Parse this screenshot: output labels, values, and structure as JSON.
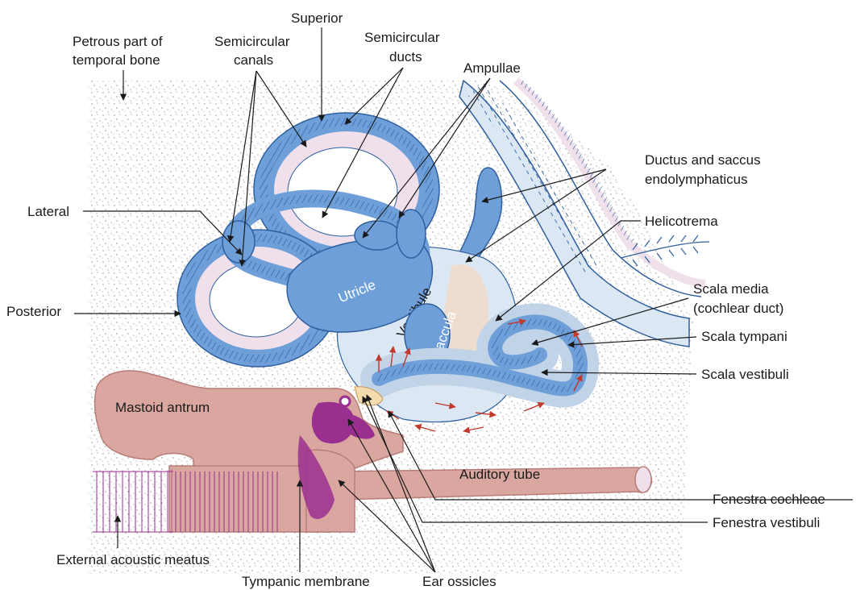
{
  "labels": {
    "petrous": [
      "Petrous part of",
      "temporal bone"
    ],
    "superior": "Superior",
    "semicircular_canals": [
      "Semicircular",
      "canals"
    ],
    "semicircular_ducts": [
      "Semicircular",
      "ducts"
    ],
    "ampullae": "Ampullae",
    "ductus_saccus": [
      "Ductus and saccus",
      "endolymphaticus"
    ],
    "lateral": "Lateral",
    "helicotrema": "Helicotrema",
    "posterior": "Posterior",
    "utricle": "Utricle",
    "vestibule": "Vestibule",
    "saccula": "Saccula",
    "scala_media": [
      "Scala media",
      "(cochlear duct)"
    ],
    "scala_tympani": "Scala tympani",
    "scala_vestibuli": "Scala vestibuli",
    "mastoid_antrum": "Mastoid antrum",
    "auditory_tube": "Auditory tube",
    "fenestra_cochleae": "Fenestra cochleae",
    "fenestra_vestibuli": "Fenestra vestibuli",
    "external_acoustic_meatus": "External acoustic meatus",
    "tympanic_membrane": "Tympanic membrane",
    "ear_ossicles": "Ear ossicles"
  },
  "colors": {
    "labyrinth_blue": "#6f9fd8",
    "labyrinth_dark": "#2f5f9e",
    "perilymph_pale": "#dbe8f4",
    "endolymph_pink": "#efe0ec",
    "cavity_pink": "#d9a7a0",
    "cavity_edge": "#b97d78",
    "ossicle_purple": "#9a2f8f",
    "flow_arrow": "#c0392b",
    "bone_stipple": "#8a8a8a",
    "sac_fill": "#f0dccb"
  }
}
